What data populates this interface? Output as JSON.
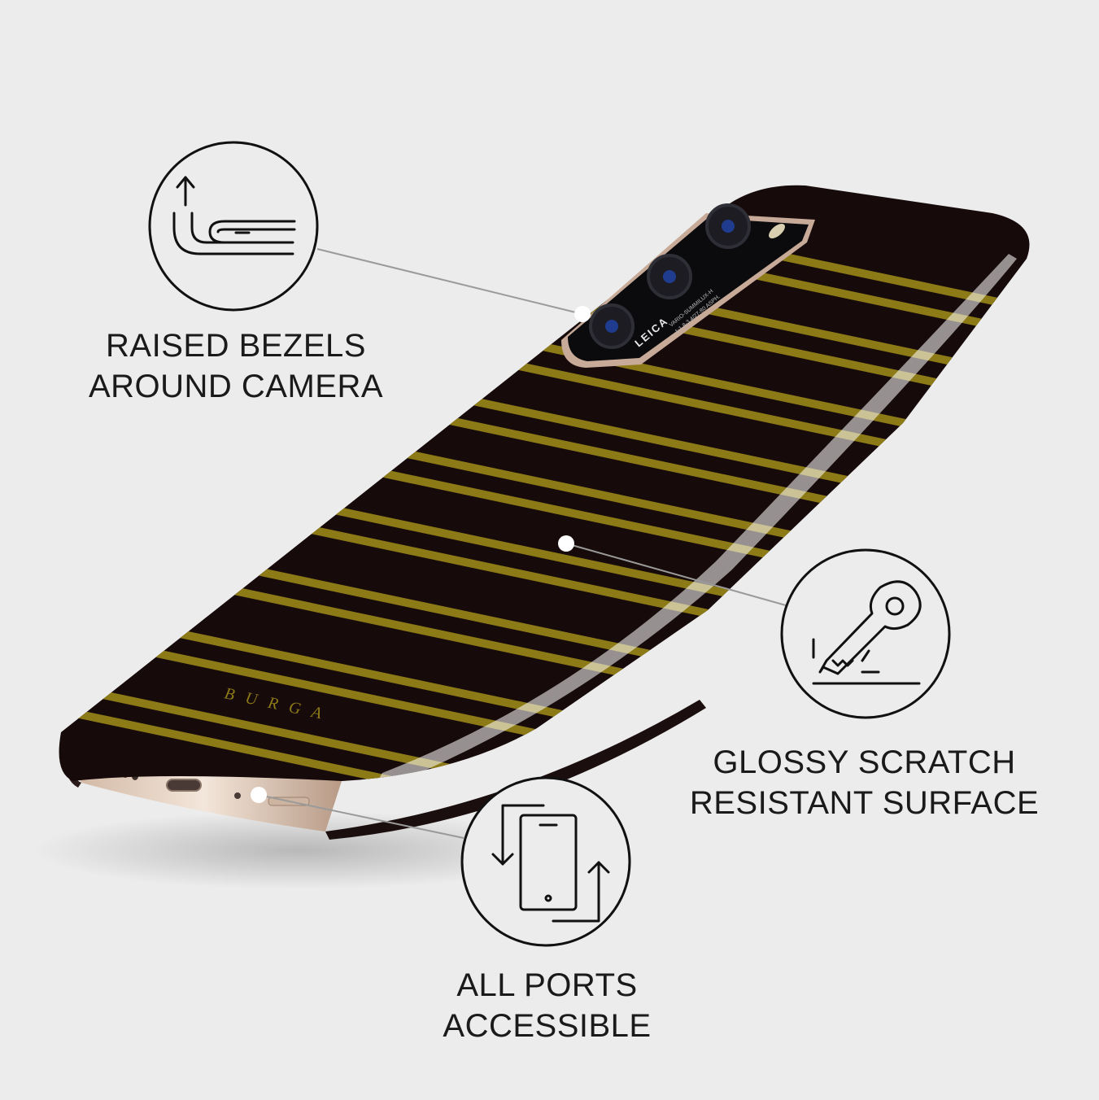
{
  "colors": {
    "background": "#ececec",
    "case": "#170a0b",
    "stripe": "#8c7a16",
    "icon_stroke": "#111111",
    "callout_line": "#9a9a9a"
  },
  "features": [
    {
      "id": "bezels",
      "icon": "raised-bezel-icon",
      "line1": "RAISED BEZELS",
      "line2": "AROUND CAMERA"
    },
    {
      "id": "glossy",
      "icon": "key-scratch-icon",
      "line1": "GLOSSY SCRATCH",
      "line2": "RESISTANT SURFACE"
    },
    {
      "id": "ports",
      "icon": "phone-rotate-icon",
      "line1": "ALL PORTS",
      "line2": "ACCESSIBLE"
    }
  ],
  "phone": {
    "brand": "BURGA",
    "camera_brand": "LEICA",
    "camera_spec_line1": "VARIO-SUMMILUX-H",
    "camera_spec_line2": "1:1.8-3.4/27-80 ASPH."
  }
}
